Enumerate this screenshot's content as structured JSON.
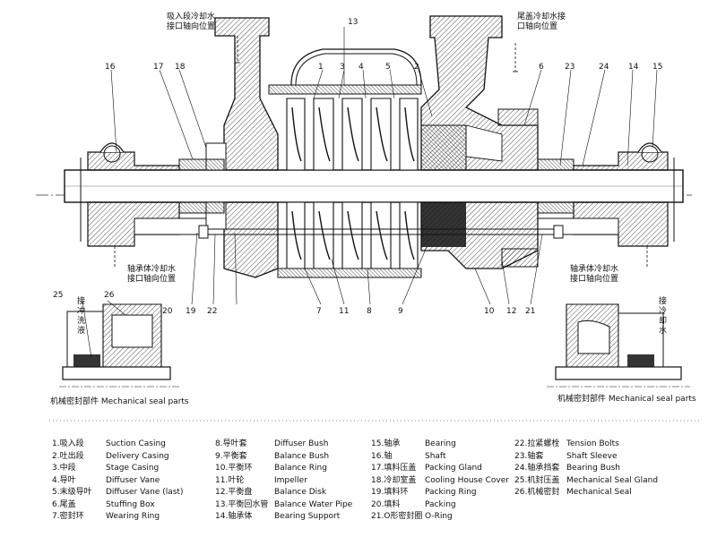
{
  "callouts": {
    "suction_cooling": "吸入段冷却水\n接口轴向位置",
    "tail_cooling": "尾盖冷却水接\n口轴向位置",
    "bearing_left": "轴承体冷却水\n接口轴向位置",
    "bearing_right": "轴承体冷却水\n接口轴向位置",
    "flush_left": "接冲洗液",
    "flush_right": "接冷却水",
    "seal_left": "机械密封部件 Mechanical seal parts",
    "seal_right": "机械密封部件 Mechanical seal parts"
  },
  "part_numbers": {
    "top": [
      "13",
      "1",
      "3",
      "4",
      "5",
      "2",
      "6",
      "23",
      "24",
      "14",
      "15",
      "16",
      "17",
      "18"
    ],
    "bottom": [
      "20",
      "19",
      "22",
      "7",
      "11",
      "8",
      "9",
      "10",
      "12",
      "21"
    ],
    "seal": [
      "25",
      "26"
    ]
  },
  "legend": {
    "col1": [
      {
        "cn": "1.吸入段",
        "en": "Suction Casing"
      },
      {
        "cn": "2.吐出段",
        "en": "Delivery Casing"
      },
      {
        "cn": "3.中段",
        "en": "Stage Casing"
      },
      {
        "cn": "4.导叶",
        "en": "Diffuser Vane"
      },
      {
        "cn": "5.末级导叶",
        "en": "Diffuser  Vane (last)"
      },
      {
        "cn": "6.尾盖",
        "en": "Stuffing Box"
      },
      {
        "cn": "7.密封环",
        "en": "Wearing Ring"
      }
    ],
    "col2": [
      {
        "cn": "8.导叶套",
        "en": "Diffuser Bush"
      },
      {
        "cn": "9.平衡套",
        "en": "Balance Bush"
      },
      {
        "cn": "10.平衡环",
        "en": "Balance Ring"
      },
      {
        "cn": "11.叶轮",
        "en": "Impeller"
      },
      {
        "cn": "12.平衡盘",
        "en": "Balance Disk"
      },
      {
        "cn": "13.平衡回水管",
        "en": "Balance Water Pipe"
      },
      {
        "cn": "14.轴承体",
        "en": "Bearing Support"
      }
    ],
    "col3": [
      {
        "cn": "15.轴承",
        "en": "Bearing"
      },
      {
        "cn": "16.轴",
        "en": "Shaft"
      },
      {
        "cn": "17.填料压盖",
        "en": "Packing Gland"
      },
      {
        "cn": "18.冷却室盖",
        "en": "Cooling House Cover"
      },
      {
        "cn": "19.填料环",
        "en": "Packing Ring"
      },
      {
        "cn": "20.填料",
        "en": "Packing"
      },
      {
        "cn": "21.O形密封圈",
        "en": "O-Ring"
      }
    ],
    "col4": [
      {
        "cn": "22.拉紧螺栓",
        "en": "Tension Bolts"
      },
      {
        "cn": "23.轴套",
        "en": "Shaft Sleeve"
      },
      {
        "cn": "24.轴承挡套",
        "en": "Bearing Bush"
      },
      {
        "cn": "25.机封压盖",
        "en": "Mechanical Seal Gland"
      },
      {
        "cn": "26.机械密封",
        "en": "Mechanical Seal"
      }
    ]
  }
}
